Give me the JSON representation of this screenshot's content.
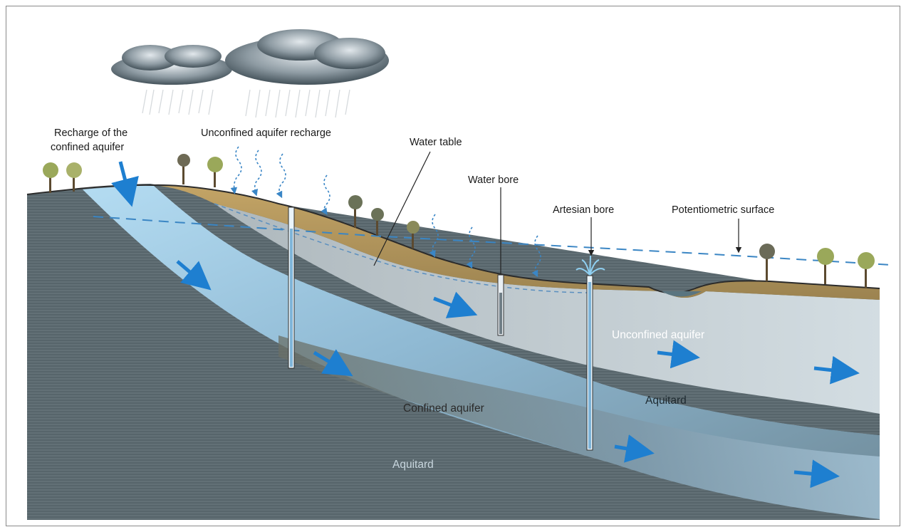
{
  "labels": {
    "recharge_confined_line1": "Recharge of the",
    "recharge_confined_line2": "confined aquifer",
    "unconfined_recharge": "Unconfined aquifer recharge",
    "water_table": "Water table",
    "water_bore": "Water bore",
    "artesian_bore": "Artesian bore",
    "potentiometric_surface": "Potentiometric surface",
    "unconfined_aquifer": "Unconfined aquifer",
    "aquitard_upper": "Aquitard",
    "confined_aquifer": "Confined aquifer",
    "aquitard_lower": "Aquitard"
  },
  "colors": {
    "aquitard": "#56646a",
    "confined_aquifer": "#9ecbe6",
    "unconfined_aquifer": "#c4d0d6",
    "soil": "#b3975a",
    "flow_arrow": "#1e7fd0",
    "potentiometric_line": "#3b86c4",
    "cloud": "#6f7f88"
  }
}
